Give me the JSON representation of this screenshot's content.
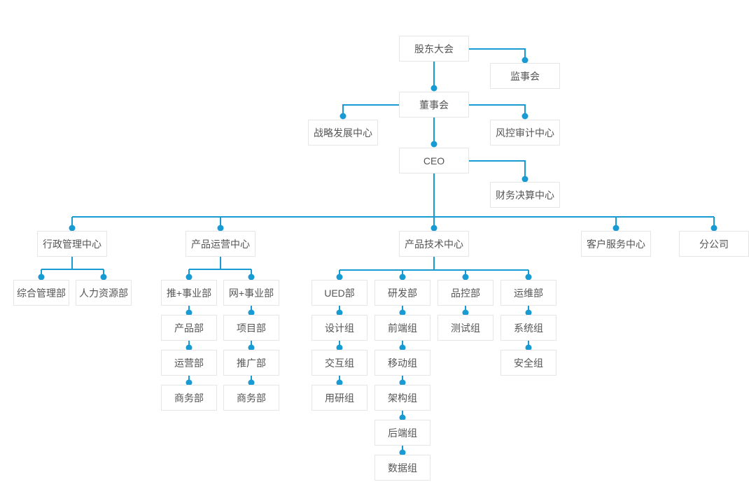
{
  "colors": {
    "connector_line": "#189bd3",
    "connector_dot": "#189bd3",
    "node_border": "#e6e6e6",
    "node_background": "#ffffff",
    "node_text": "#555555",
    "page_background": "#ffffff"
  },
  "nodes": {
    "shareholders_meeting": "股东大会",
    "supervisory_board": "监事会",
    "board_of_directors": "董事会",
    "strategy_center": "战略发展中心",
    "risk_audit_center": "风控审计中心",
    "ceo": "CEO",
    "finance_center": "财务决算中心",
    "admin_center": "行政管理中心",
    "product_ops_center": "产品运营中心",
    "product_tech_center": "产品技术中心",
    "customer_service_center": "客户服务中心",
    "branch_company": "分公司",
    "general_mgmt_dept": "综合管理部",
    "hr_dept": "人力资源部",
    "tui_business_unit": "推+事业部",
    "wang_business_unit": "网+事业部",
    "product_dept": "产品部",
    "project_dept": "项目部",
    "operations_dept": "运营部",
    "promotion_dept": "推广部",
    "business_dept_tui": "商务部",
    "business_dept_wang": "商务部",
    "ued_dept": "UED部",
    "rd_dept": "研发部",
    "qa_dept": "品控部",
    "ops_maintenance_dept": "运维部",
    "design_team": "设计组",
    "frontend_team": "前端组",
    "testing_team": "测试组",
    "system_team": "系统组",
    "interaction_team": "交互组",
    "mobile_team": "移动组",
    "security_team": "安全组",
    "user_research_team": "用研组",
    "architecture_team": "架构组",
    "backend_team": "后端组",
    "data_team": "数据组"
  },
  "hierarchy": {
    "id": "shareholders_meeting",
    "children": [
      {
        "id": "supervisory_board"
      },
      {
        "id": "board_of_directors",
        "children": [
          {
            "id": "strategy_center"
          },
          {
            "id": "risk_audit_center"
          },
          {
            "id": "ceo",
            "children": [
              {
                "id": "finance_center"
              },
              {
                "id": "admin_center",
                "children": [
                  {
                    "id": "general_mgmt_dept"
                  },
                  {
                    "id": "hr_dept"
                  }
                ]
              },
              {
                "id": "product_ops_center",
                "children": [
                  {
                    "id": "tui_business_unit",
                    "children": [
                      {
                        "id": "product_dept"
                      },
                      {
                        "id": "operations_dept"
                      },
                      {
                        "id": "business_dept_tui"
                      }
                    ]
                  },
                  {
                    "id": "wang_business_unit",
                    "children": [
                      {
                        "id": "project_dept"
                      },
                      {
                        "id": "promotion_dept"
                      },
                      {
                        "id": "business_dept_wang"
                      }
                    ]
                  }
                ]
              },
              {
                "id": "product_tech_center",
                "children": [
                  {
                    "id": "ued_dept",
                    "children": [
                      {
                        "id": "design_team"
                      },
                      {
                        "id": "interaction_team"
                      },
                      {
                        "id": "user_research_team"
                      }
                    ]
                  },
                  {
                    "id": "rd_dept",
                    "children": [
                      {
                        "id": "frontend_team"
                      },
                      {
                        "id": "mobile_team"
                      },
                      {
                        "id": "architecture_team"
                      },
                      {
                        "id": "backend_team"
                      },
                      {
                        "id": "data_team"
                      }
                    ]
                  },
                  {
                    "id": "qa_dept",
                    "children": [
                      {
                        "id": "testing_team"
                      }
                    ]
                  },
                  {
                    "id": "ops_maintenance_dept",
                    "children": [
                      {
                        "id": "system_team"
                      },
                      {
                        "id": "security_team"
                      }
                    ]
                  }
                ]
              },
              {
                "id": "customer_service_center"
              },
              {
                "id": "branch_company"
              }
            ]
          }
        ]
      }
    ]
  }
}
